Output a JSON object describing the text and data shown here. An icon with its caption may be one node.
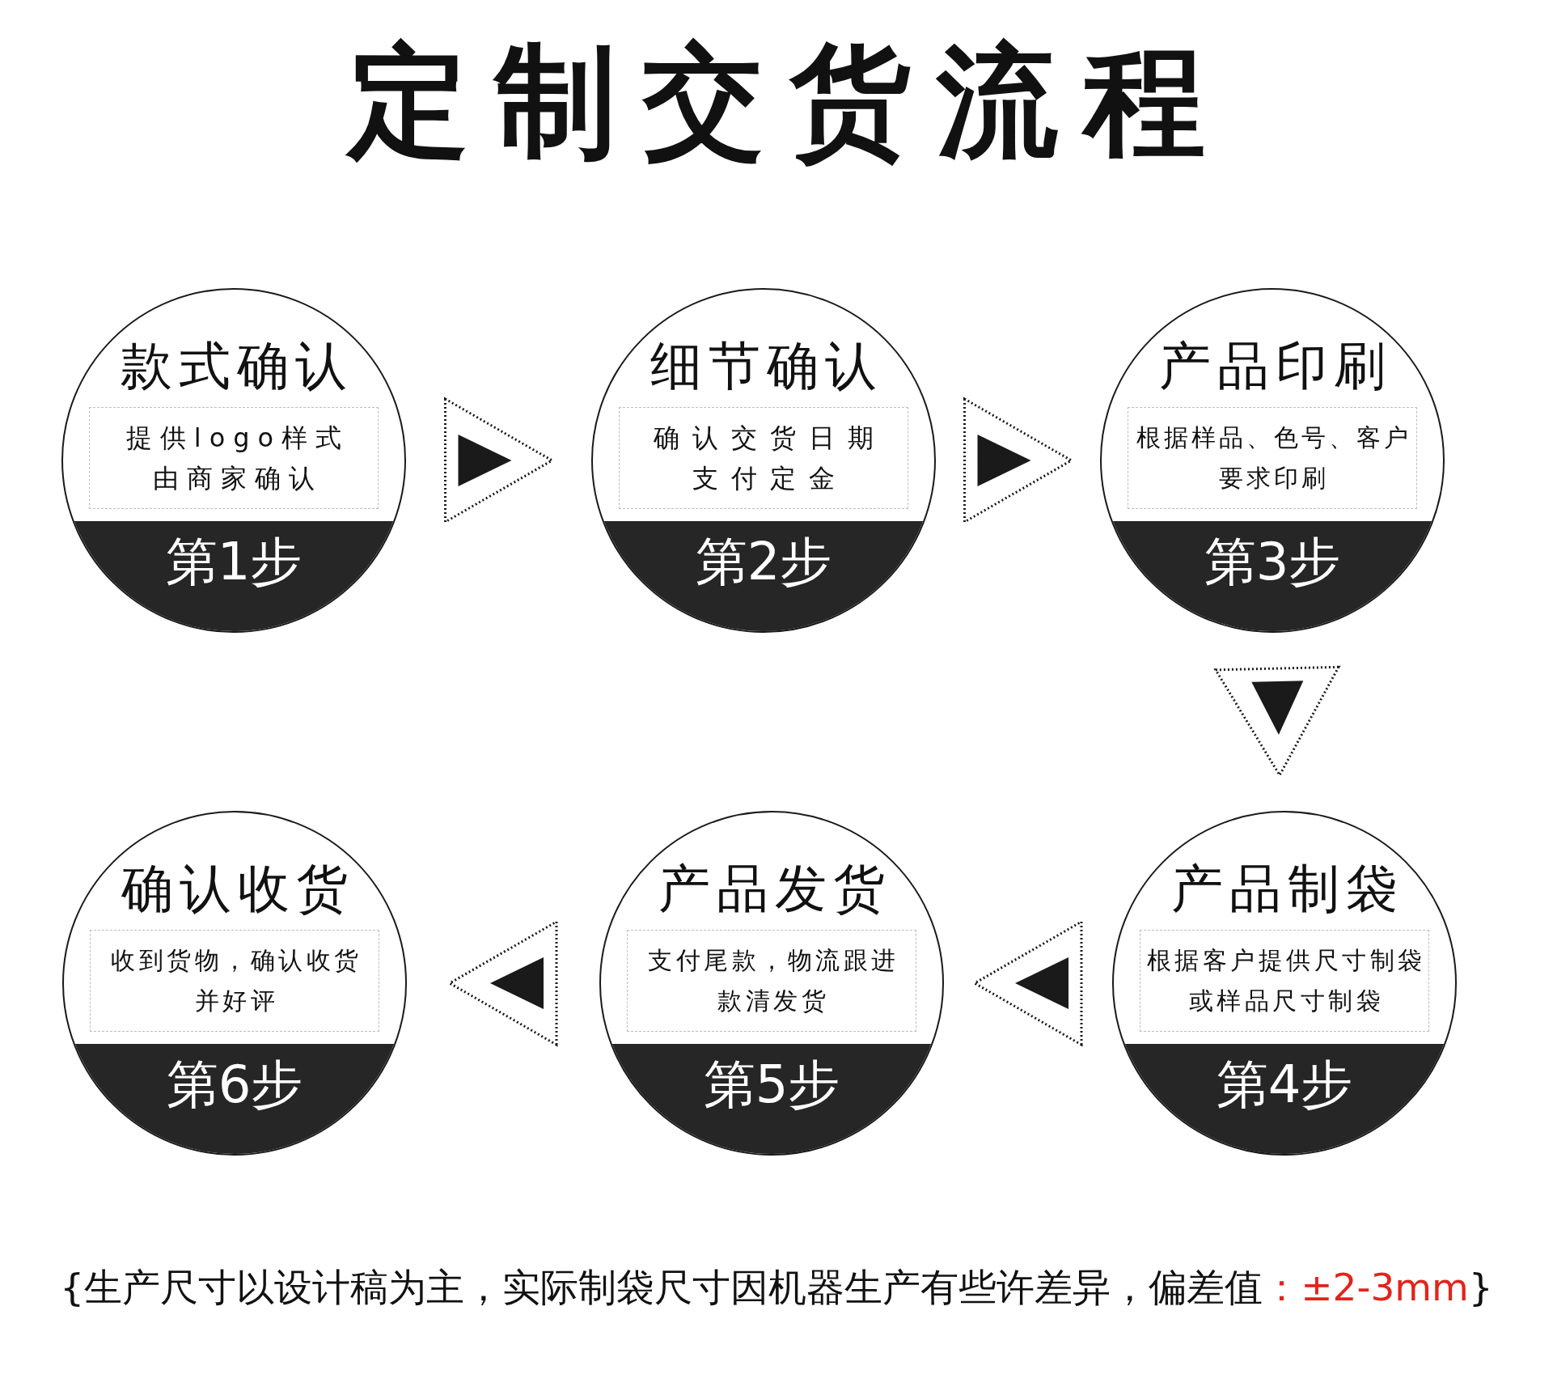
{
  "diagram": {
    "title": "定制交货流程",
    "nodes": [
      {
        "text": [
          "款式确认",
          "提供logo样式由商家确认",
          "第1步"
        ]
      },
      {
        "text": [
          "细节确认",
          "确认交货日期支付定金",
          "第2步"
        ]
      },
      {
        "text": [
          "产品印刷",
          "根据样品、色号、客户要求印刷",
          "第3步"
        ]
      },
      {
        "text": [
          "产品制袋",
          "根据客户提供尺寸制袋或样品尺寸制袋",
          "第4步"
        ]
      },
      {
        "text": [
          "产品发货",
          "支付尾款，物流跟进款清发货",
          "第5步"
        ]
      },
      {
        "text": [
          "确认收货",
          "收到货物，确认收货并好评",
          "第6步"
        ]
      }
    ],
    "edges": [
      {
        "from": 0,
        "to": 1,
        "arrow": "to"
      },
      {
        "from": 1,
        "to": 2,
        "arrow": "to"
      },
      {
        "from": 2,
        "to": 3,
        "arrow": "to"
      },
      {
        "from": 3,
        "to": 4,
        "arrow": "to"
      },
      {
        "from": 4,
        "to": 5,
        "arrow": "to"
      }
    ],
    "labels": [
      "{生产尺寸以设计稿为主，实际制袋尺寸因机器生产有些许差异，偏差值",
      "：±2-3mm",
      "}"
    ]
  }
}
